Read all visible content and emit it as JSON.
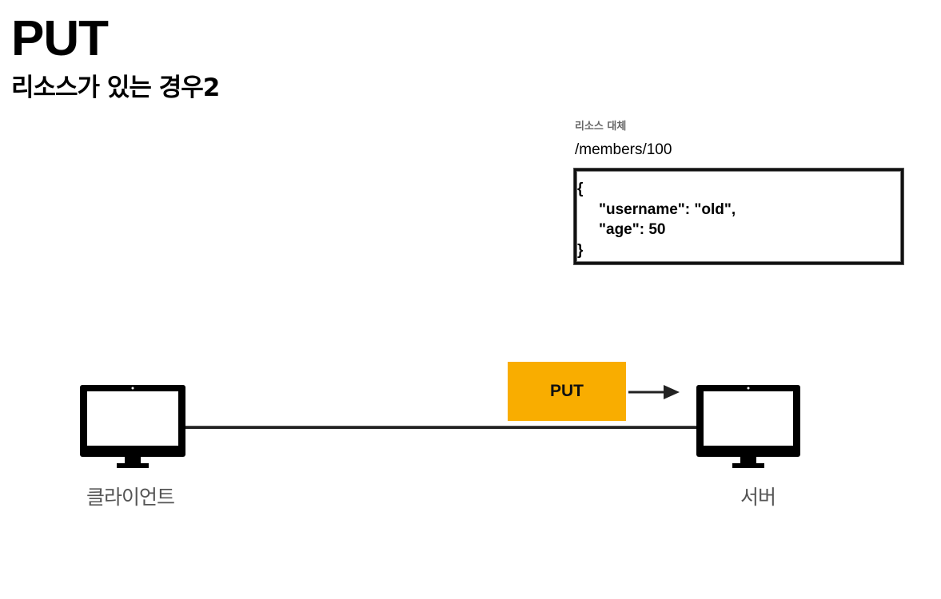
{
  "header": {
    "title": "PUT",
    "subtitle": "리소스가 있는 경우2"
  },
  "resource": {
    "label": "리소스 대체",
    "path": "/members/100",
    "json_lines": [
      "{",
      "\"username\": \"old\",",
      "\"age\": 50",
      "}"
    ]
  },
  "request": {
    "method_label": "PUT",
    "color": "#f9ad00"
  },
  "nodes": {
    "client_label": "클라이언트",
    "server_label": "서버"
  }
}
